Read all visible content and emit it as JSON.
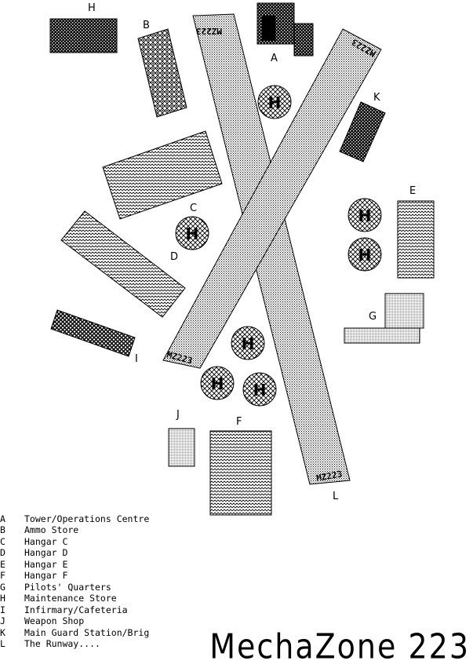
{
  "map": {
    "title": "MechaZone 223",
    "runway_markings": [
      "MZ223",
      "MZ223",
      "MZ223",
      "MZ223"
    ],
    "helipad_symbol": "H",
    "building_labels": {
      "A": "A",
      "B": "B",
      "C": "C",
      "D": "D",
      "E": "E",
      "F": "F",
      "G": "G",
      "H": "H",
      "I": "I",
      "J": "J",
      "K": "K",
      "L": "L"
    },
    "legend": [
      {
        "key": "A",
        "label": "Tower/Operations Centre"
      },
      {
        "key": "B",
        "label": "Ammo Store"
      },
      {
        "key": "C",
        "label": "Hangar C"
      },
      {
        "key": "D",
        "label": "Hangar D"
      },
      {
        "key": "E",
        "label": "Hangar E"
      },
      {
        "key": "F",
        "label": "Hangar F"
      },
      {
        "key": "G",
        "label": "Pilots' Quarters"
      },
      {
        "key": "H",
        "label": "Maintenance Store"
      },
      {
        "key": "I",
        "label": "Infirmary/Cafeteria"
      },
      {
        "key": "J",
        "label": "Weapon Shop"
      },
      {
        "key": "K",
        "label": "Main Guard Station/Brig"
      },
      {
        "key": "L",
        "label": "The Runway...."
      }
    ]
  }
}
